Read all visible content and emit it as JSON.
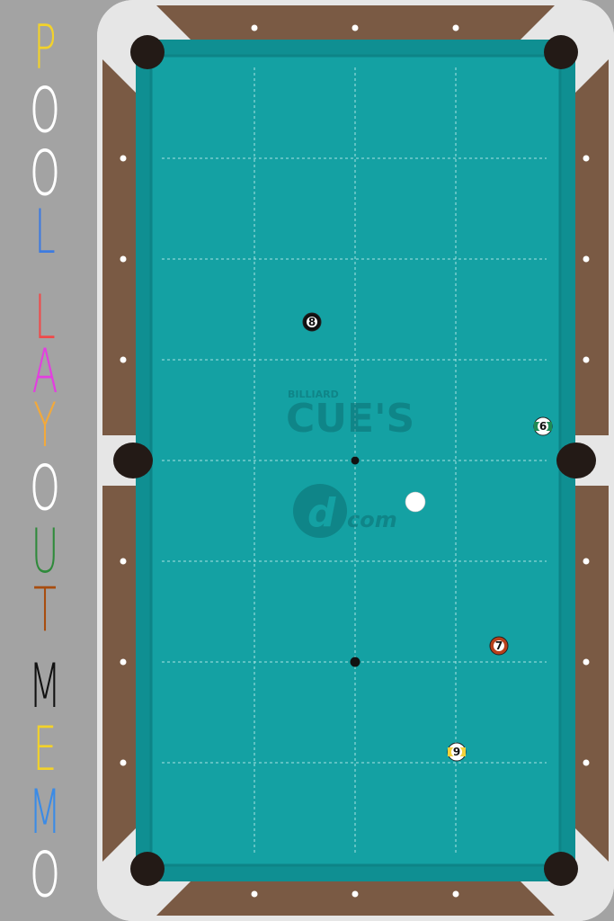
{
  "title": {
    "letters": [
      {
        "ch": "P",
        "color": "#f3d22a"
      },
      {
        "ch": "O",
        "color": "#ffffff"
      },
      {
        "ch": "O",
        "color": "#ffffff"
      },
      {
        "ch": "L",
        "color": "#3d7be0"
      },
      {
        "ch": "L",
        "color": "#ef4a4a"
      },
      {
        "ch": "A",
        "color": "#e33ee0"
      },
      {
        "ch": "Y",
        "color": "#f2a93b"
      },
      {
        "ch": "O",
        "color": "#ffffff"
      },
      {
        "ch": "U",
        "color": "#2f8a3b"
      },
      {
        "ch": "T",
        "color": "#a84d0f"
      },
      {
        "ch": "M",
        "color": "#111111"
      },
      {
        "ch": "E",
        "color": "#f3d22a"
      },
      {
        "ch": "M",
        "color": "#3b8be6"
      },
      {
        "ch": "O",
        "color": "#ffffff"
      }
    ]
  },
  "logo": {
    "top_small": "BILLIARD",
    "main": "CUE'S",
    "bottom": "com"
  },
  "balls": [
    {
      "num": "8",
      "fill": "#111111",
      "stripe": false
    },
    {
      "num": "6",
      "fill": "#1f8b55",
      "stripe": true
    },
    {
      "num": "7",
      "fill": "#b8401b",
      "stripe": false
    },
    {
      "num": "9",
      "fill": "#f2d03a",
      "stripe": true
    }
  ],
  "colors": {
    "felt": "#14a1a3",
    "felt_line": "#a8e3e3",
    "rail": "#7a5a44",
    "pocket": "#231a16",
    "corner": "#e6e6e6",
    "cue_ball": "#ffffff"
  }
}
